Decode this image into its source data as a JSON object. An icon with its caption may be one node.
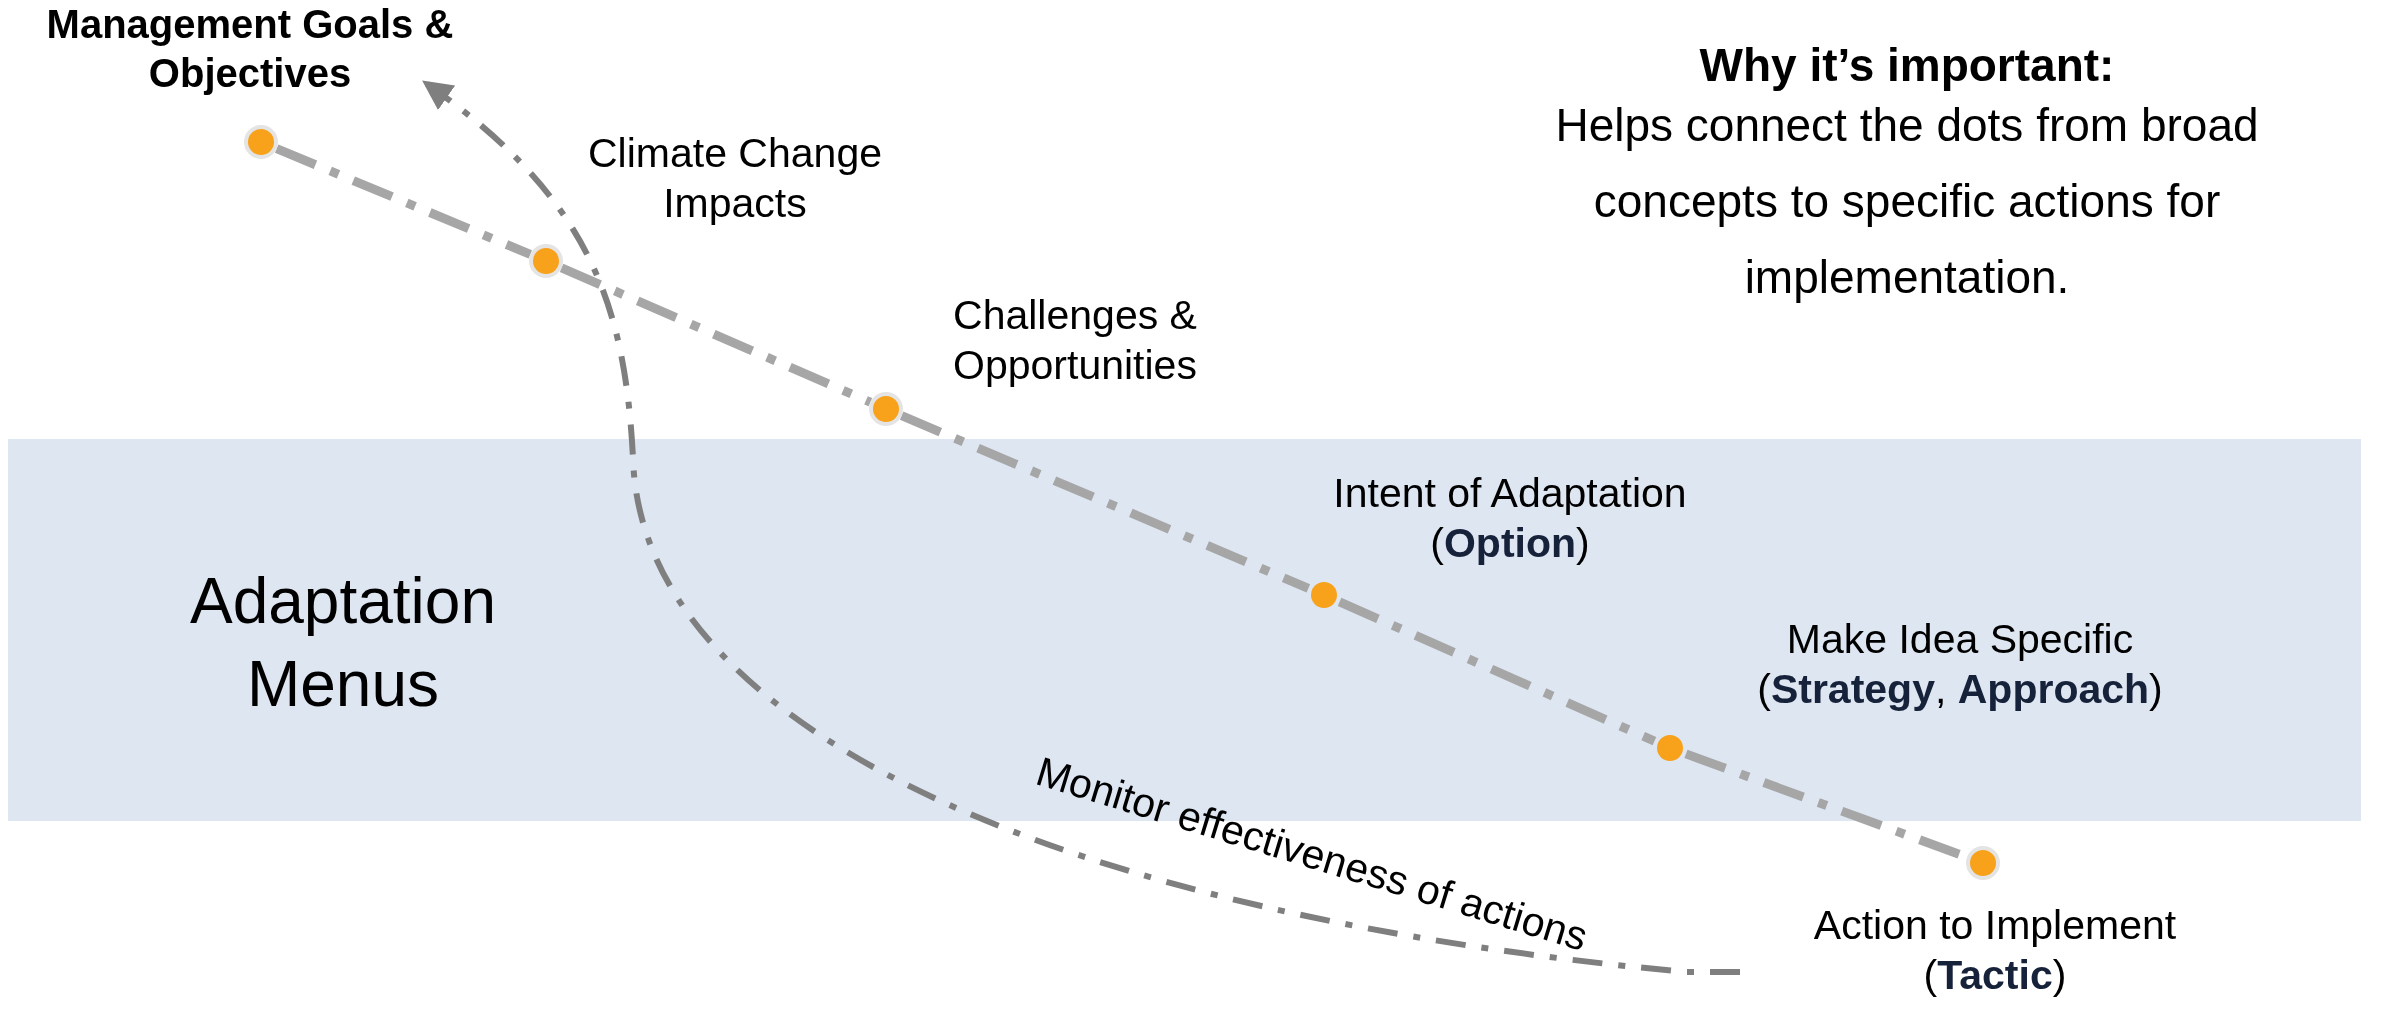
{
  "diagram": {
    "nodes": [
      {
        "text": [],
        "shape": "circle",
        "beside": [
          "Management Goals & Objectives"
        ]
      },
      {
        "text": [],
        "shape": "circle",
        "beside": [
          "Climate Change Impacts"
        ]
      },
      {
        "text": [],
        "shape": "circle",
        "beside": [
          "Challenges & Opportunities"
        ]
      },
      {
        "text": [
          "Adaptation Menus"
        ]
      },
      {
        "text": [],
        "shape": "circle",
        "beside": [
          "Intent of Adaptation (**Option**)"
        ],
        "in": 3
      },
      {
        "text": [],
        "shape": "circle",
        "beside": [
          "Make Idea Specific (**Strategy**, **Approach**)"
        ],
        "in": 3
      },
      {
        "text": [],
        "shape": "circle",
        "beside": [
          "Action to Implement (**Tactic**)"
        ]
      }
    ],
    "edges": [
      {
        "from": 0,
        "to": 1,
        "arrow": "none",
        "style": "dashed"
      },
      {
        "from": 1,
        "to": 2,
        "arrow": "none",
        "style": "dashed"
      },
      {
        "from": 2,
        "to": 4,
        "arrow": "none",
        "style": "dashed"
      },
      {
        "from": 4,
        "to": 5,
        "arrow": "none",
        "style": "dashed"
      },
      {
        "from": 5,
        "to": 6,
        "arrow": "none",
        "style": "dashed"
      },
      {
        "from": 6,
        "to": 0,
        "arrow": "to",
        "style": "dashed",
        "label": "Monitor effectiveness of actions",
        "color": "#7f7f7f"
      }
    ],
    "labels": [
      "Why it’s important:",
      "Helps connect the dots from broad concepts to specific actions for implementation."
    ]
  }
}
